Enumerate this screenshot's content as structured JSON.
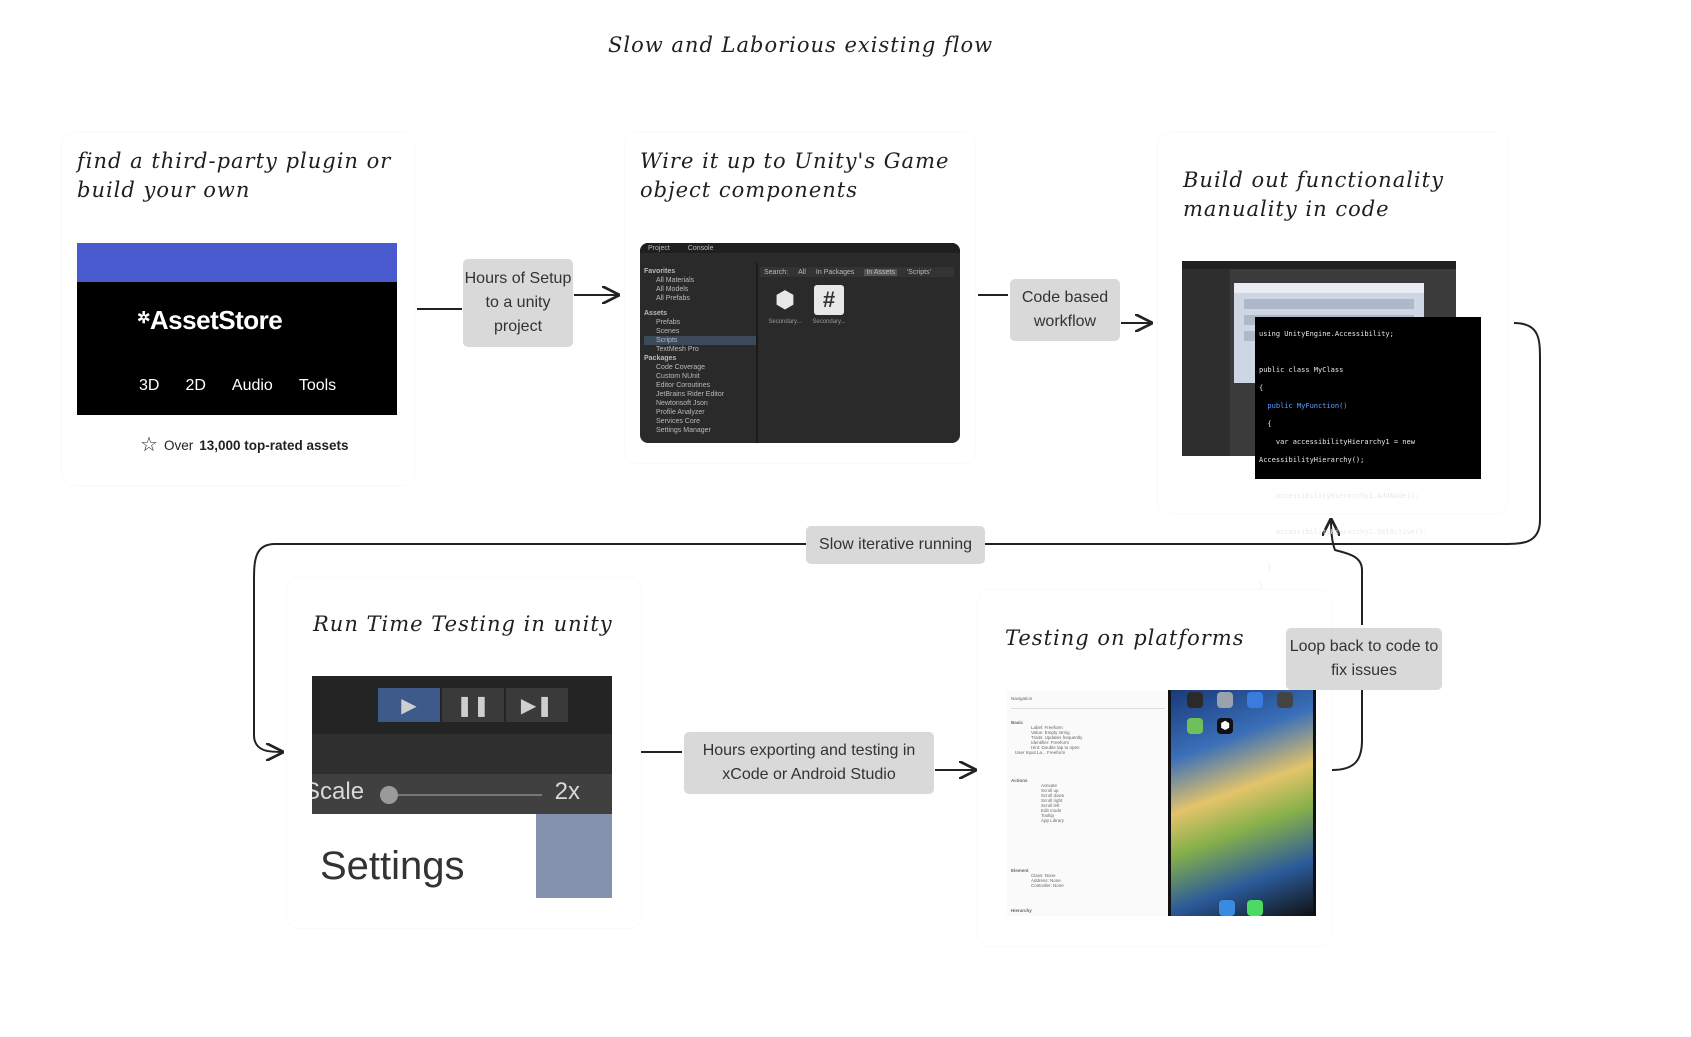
{
  "title": "Slow and Laborious existing flow",
  "steps": {
    "find": "find a third-party plugin or build your own",
    "wire": "Wire it up to Unity's Game object components",
    "build": "Build out functionality manuality in code",
    "runtime": "Run Time Testing in unity",
    "platforms": "Testing on platforms"
  },
  "connectors": {
    "hours_setup": "Hours of Setup to a unity project",
    "code_based": "Code based workflow",
    "slow_iterative": "Slow iterative running",
    "loop_back": "Loop back to code to fix issues",
    "hours_exporting": "Hours exporting and  testing in xCode or Android Studio"
  },
  "asset_store": {
    "brand": "AssetStore",
    "categories": [
      "3D",
      "2D",
      "Audio",
      "Tools"
    ],
    "caption_prefix": "Over",
    "caption_bold": "13,000 top-rated assets"
  },
  "unity_project": {
    "tabs": [
      "Project",
      "Console"
    ],
    "tree": [
      "Favorites",
      "All Materials",
      "All Models",
      "All Prefabs",
      "Assets",
      "Prefabs",
      "Scenes",
      "Scripts",
      "TextMesh Pro",
      "Packages",
      "Code Coverage",
      "Custom NUnit",
      "Editor Coroutines",
      "JetBrains Rider Editor",
      "Newtonsoft Json",
      "Profile Analyzer",
      "Services Core",
      "Settings Manager"
    ],
    "search_items": [
      "Search:",
      "All",
      "In Packages",
      "In Assets",
      "'Scripts'"
    ],
    "files": [
      {
        "icon": "unity-logo-icon",
        "label": "Secondary..."
      },
      {
        "icon": "hash-icon",
        "label": "Secondary..."
      }
    ]
  },
  "code_lines": [
    "using UnityEngine.Accessibility;",
    "",
    "public class MyClass",
    "{",
    "  public MyFunction()",
    "  {",
    "    var accessibilityHierarchy1 = new",
    "AccessibilityHierarchy();",
    "",
    "    accessibilityHierarchy1.AddNode();",
    "",
    "    accessibilityHierarchy1.SetActive();",
    "",
    "  }",
    "}"
  ],
  "runtime_ui": {
    "scale_label": "Scale",
    "scale_value": "2x",
    "settings": "Settings",
    "slider_level": 0.05
  },
  "inspector": {
    "header": "Navigation",
    "sections": [
      "Basic",
      "Actions",
      "Element",
      "Hierarchy"
    ],
    "basic_rows": [
      "Label: Freeform",
      "Value: Empty string",
      "Traits: Updates frequently",
      "Identifier: Freeform",
      "Hint: Double tap to open",
      "User Input La... Freeform"
    ],
    "action_rows": [
      "Activate",
      "Scroll up",
      "Scroll down",
      "Scroll right",
      "Scroll left",
      "Edit mode",
      "Tooltip",
      "App Library"
    ],
    "element_rows": [
      "Class: None",
      "Address: None",
      "Controller: None"
    ]
  },
  "colors": {
    "asset_bar": "#4a5bd0",
    "pill_bg": "#d9d9d9",
    "arrow": "#222222"
  }
}
